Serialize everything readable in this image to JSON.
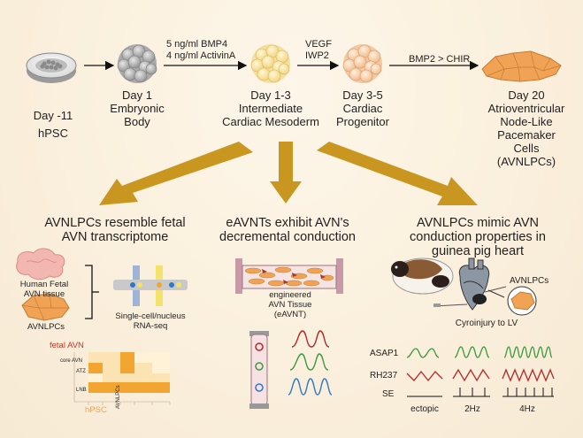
{
  "stages": [
    {
      "day": "Day -11",
      "name": "hPSC"
    },
    {
      "day": "Day 1",
      "name": "Embryonic\nBody"
    },
    {
      "day": "Day 1-3",
      "name": "Intermediate\nCardiac Mesoderm"
    },
    {
      "day": "Day 3-5",
      "name": "Cardiac\nProgenitor"
    },
    {
      "day": "Day 20",
      "name": "Atrioventricular\nNode-Like\nPacemaker\nCells\n(AVNLPCs)"
    }
  ],
  "conditions": {
    "step2_line1": "5 ng/ml BMP4",
    "step2_line2": "4 ng/ml ActivinA",
    "step3_line1": "VEGF",
    "step3_line2": "IWP2",
    "step4": "BMP2 > CHIR"
  },
  "panels": {
    "left_title_1": "AVNLPCs resemble fetal",
    "left_title_2": "AVN transcriptome",
    "mid_title_1": "eAVNTs exhibit AVN's",
    "mid_title_2": "decremental conduction",
    "right_title_1": "AVNLPCs mimic AVN",
    "right_title_2": "conduction properties in",
    "right_title_3": "guinea pig heart"
  },
  "left": {
    "fetal_label_1": "Human Fetal",
    "fetal_label_2": "AVN tissue",
    "cells_label": "AVNLPCs",
    "seq_label_1": "Single-cell/nucleus",
    "seq_label_2": "RNA-seq",
    "heatmap_title": "fetal AVN",
    "heatmap_rows": [
      "core AVN",
      "ATZ",
      "LNB"
    ],
    "heatmap_x1": "hPSC",
    "heatmap_x2": "AVNLPCs"
  },
  "middle": {
    "tissue_label_1": "engineered",
    "tissue_label_2": "AVN Tissue",
    "tissue_label_3": "(eAVNT)"
  },
  "right": {
    "cells_label": "AVNLPCs",
    "injury_label": "Cyroinjury to LV",
    "trace_rows": [
      "ASAP1",
      "RH237",
      "SE"
    ],
    "conditions": [
      "ectopic",
      "2Hz",
      "4Hz"
    ]
  },
  "colors": {
    "arrow_gold": "#c9961f",
    "cell_orange": "#f0a255",
    "heatmap_dark": "#f2a531",
    "heatmap_light": "#fbe3b4",
    "fetal_red": "#c0392b",
    "trace_red": "#b5282a",
    "trace_green": "#3c9a3c",
    "trace_blue": "#2e78c8"
  }
}
